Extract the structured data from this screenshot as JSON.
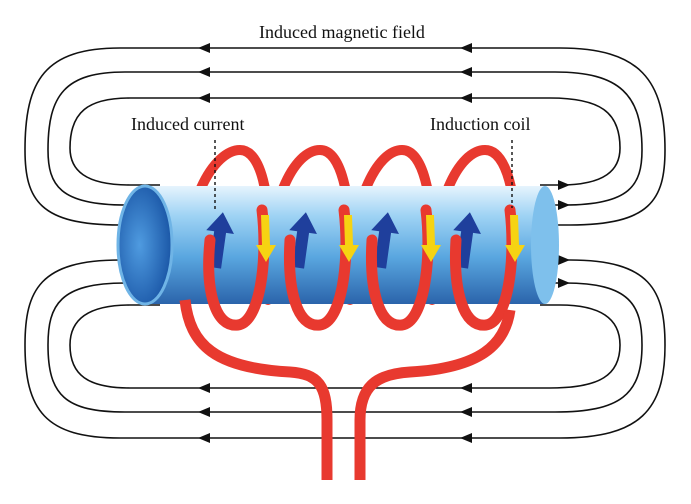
{
  "labels": {
    "field": "Induced magnetic field",
    "current": "Induced current",
    "coil": "Induction coil"
  },
  "colors": {
    "field_line": "#111111",
    "coil": "#e8392f",
    "tube_light": "#cfe9fb",
    "tube_mid": "#6fb8ea",
    "tube_dark": "#2f6fb3",
    "tube_end": "#1d5fb0",
    "current_arrow": "#1f3f9c",
    "coil_arrow": "#f6d312"
  }
}
